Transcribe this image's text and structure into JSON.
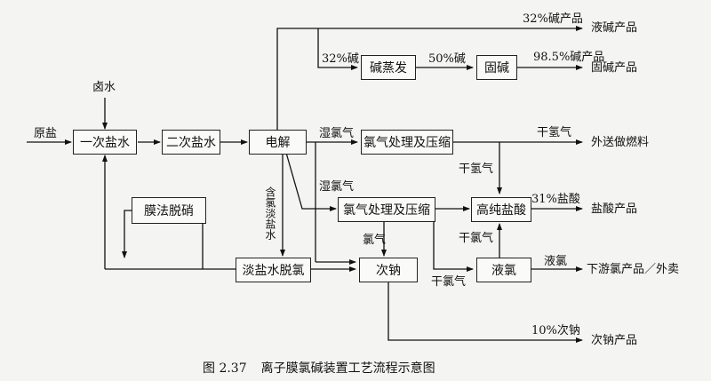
{
  "boxes": {
    "b1": "一次盐水",
    "b2": "二次盐水",
    "b3": "电解",
    "b4": "碱蒸发",
    "b5": "固碱",
    "b6": "氯气处理及压缩",
    "b7": "氯气处理及压缩",
    "b8": "高纯盐酸",
    "b9": "膜法脱硝",
    "b10": "淡盐水脱氯",
    "b11": "次钠",
    "b12": "液氯"
  },
  "labels": {
    "in_salt": "原盐",
    "in_brine": "卤水",
    "l_32_lye": "32%碱",
    "l_50_lye": "50%碱",
    "l_985": "98.5%碱产品",
    "l_32_prod": "32%碱产品",
    "o_liquid_lye": "液碱产品",
    "o_solid_lye": "固碱产品",
    "l_wet_cl": "湿氯气",
    "l_wet_cl2": "湿氯气",
    "l_dry_h2": "干氢气",
    "o_fuel": "外送做燃料",
    "l_dry_h2b": "干氢气",
    "l_31_hcl": "31%盐酸",
    "o_hcl": "盐酸产品",
    "l_dry_cl": "干氯气",
    "l_cl": "氯气",
    "l_dry_cl2": "干氯气",
    "l_liq_cl": "液氯",
    "o_cl": "下游氯产品／外卖",
    "l_10_naclo": "10%次钠",
    "o_naclo": "次钠产品",
    "v_dilute": "含氯淡盐水"
  },
  "caption": {
    "number": "图 2.37",
    "text": "离子膜氯碱装置工艺流程示意图"
  }
}
